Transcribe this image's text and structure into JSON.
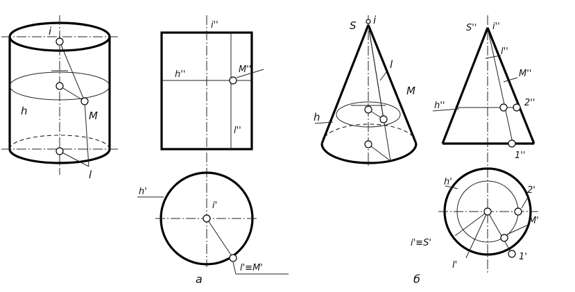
{
  "caption_a": "а",
  "caption_b": "б",
  "cylinder_iso": {
    "i": "i",
    "h": "h",
    "M": "M",
    "l": "l"
  },
  "cylinder_front": {
    "i2": "i''",
    "h2": "h''",
    "M2": "M''",
    "l2": "l''"
  },
  "cylinder_top": {
    "h1": "h'",
    "i1": "i'",
    "lM": "l'≡M'"
  },
  "cone_iso": {
    "S": "S",
    "i": "i",
    "l": "l",
    "M": "M",
    "h": "h"
  },
  "cone_front": {
    "S2": "S''",
    "i2": "i''",
    "l2": "l''",
    "M2": "M''",
    "h2": "h''",
    "p2": "2''",
    "p1": "1''"
  },
  "cone_top": {
    "h1": "h'",
    "p2": "2'",
    "iS": "i'≡S'",
    "M1": "M'",
    "p1": "1'",
    "l1": "l'"
  }
}
